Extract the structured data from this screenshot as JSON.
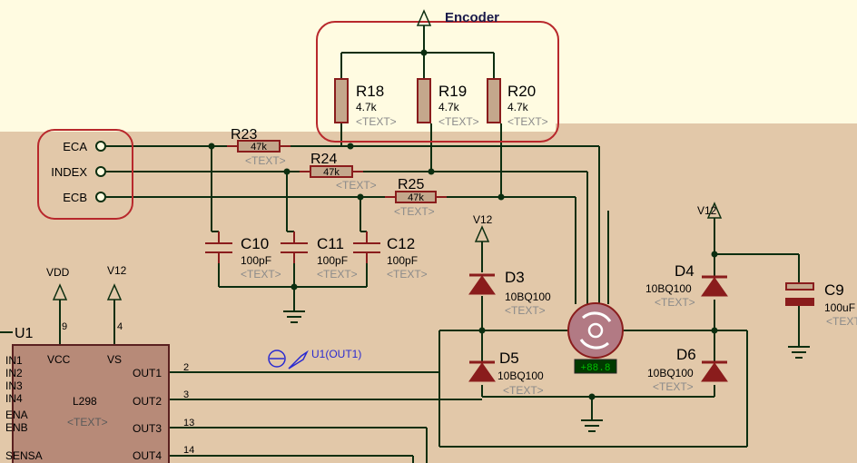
{
  "colors": {
    "sheet": "#fffbe1",
    "board": "#e2c8a9",
    "wire": "#0c2e10",
    "component": "#8a1c1c",
    "resistor_fill": "#c4a78c",
    "label": "#000000",
    "placeholder": "#8a8a8a",
    "frame": "#b8282c",
    "probe": "#2a2ad0",
    "motor_fill": "#b27a84",
    "display": "#00c000"
  },
  "encoder": {
    "title": "Encoder"
  },
  "resistors": {
    "r18": {
      "ref": "R18",
      "value": "4.7k",
      "text": "<TEXT>"
    },
    "r19": {
      "ref": "R19",
      "value": "4.7k",
      "text": "<TEXT>"
    },
    "r20": {
      "ref": "R20",
      "value": "4.7k",
      "text": "<TEXT>"
    },
    "r23": {
      "ref": "R23",
      "value": "47k",
      "text": "<TEXT>"
    },
    "r24": {
      "ref": "R24",
      "value": "47k",
      "text": "<TEXT>"
    },
    "r25": {
      "ref": "R25",
      "value": "47k",
      "text": "<TEXT>"
    }
  },
  "terminals": {
    "eca": "ECA",
    "index": "INDEX",
    "ecb": "ECB"
  },
  "capacitors": {
    "c10": {
      "ref": "C10",
      "value": "100pF",
      "text": "<TEXT>"
    },
    "c11": {
      "ref": "C11",
      "value": "100pF",
      "text": "<TEXT>"
    },
    "c12": {
      "ref": "C12",
      "value": "100pF",
      "text": "<TEXT>"
    },
    "c9": {
      "ref": "C9",
      "value": "100uF",
      "text": "<TEXT>"
    }
  },
  "diodes": {
    "d3": {
      "ref": "D3",
      "value": "10BQ100",
      "text": "<TEXT>"
    },
    "d4": {
      "ref": "D4",
      "value": "10BQ100",
      "text": "<TEXT>"
    },
    "d5": {
      "ref": "D5",
      "value": "10BQ100",
      "text": "<TEXT>"
    },
    "d6": {
      "ref": "D6",
      "value": "10BQ100",
      "text": "<TEXT>"
    }
  },
  "power": {
    "vdd": "VDD",
    "v12_left": "V12",
    "v12_mid": "V12",
    "v12_right": "V12"
  },
  "chip": {
    "ref": "U1",
    "part": "L298",
    "text": "<TEXT>",
    "pins_left": [
      "IN1",
      "IN2",
      "IN3",
      "IN4",
      "ENA",
      "ENB",
      "SENSA"
    ],
    "pin_vcc": "VCC",
    "pin_vs": "VS",
    "pin_vcc_num": "9",
    "pin_vs_num": "4",
    "outputs": [
      {
        "name": "OUT1",
        "num": "2"
      },
      {
        "name": "OUT2",
        "num": "3"
      },
      {
        "name": "OUT3",
        "num": "13"
      },
      {
        "name": "OUT4",
        "num": "14"
      }
    ]
  },
  "probe": {
    "label": "U1(OUT1)"
  },
  "motor": {
    "readout": "+88.8"
  }
}
